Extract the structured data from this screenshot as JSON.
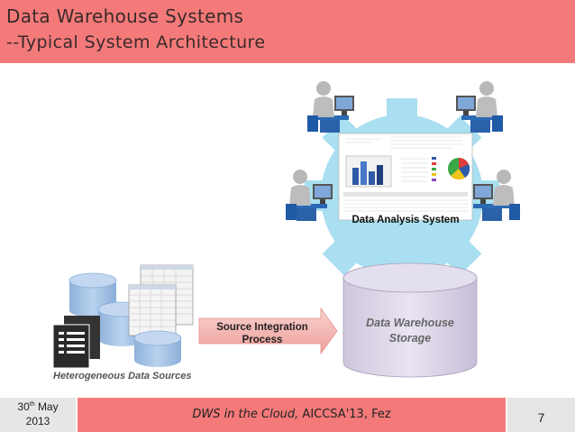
{
  "slide": {
    "title_line1": "Data Warehouse Systems",
    "title_line2": "--Typical System Architecture"
  },
  "diagram": {
    "analysis_system_label": "Data Analysis System",
    "integration_label_line1": "Source Integration",
    "integration_label_line2": "Process",
    "warehouse_label_line1": "Data Warehouse",
    "warehouse_label_line2": "Storage",
    "sources_label": "Heterogeneous Data Sources"
  },
  "footer": {
    "date_day": "30",
    "date_suffix": "th",
    "date_month": "May",
    "date_year": "2013",
    "text_italic": "DWS in the Cloud,",
    "text_plain": " AICCSA'13, Fez",
    "page_number": "7"
  },
  "colors": {
    "header_bg": "#f47a7a",
    "gear": "#a9dff0",
    "cylinder_source": "#a9c6e6",
    "cylinder_warehouse": "#d9d2e6",
    "arrow": "#f4b7b3",
    "footer_side": "#e6e6e6"
  }
}
